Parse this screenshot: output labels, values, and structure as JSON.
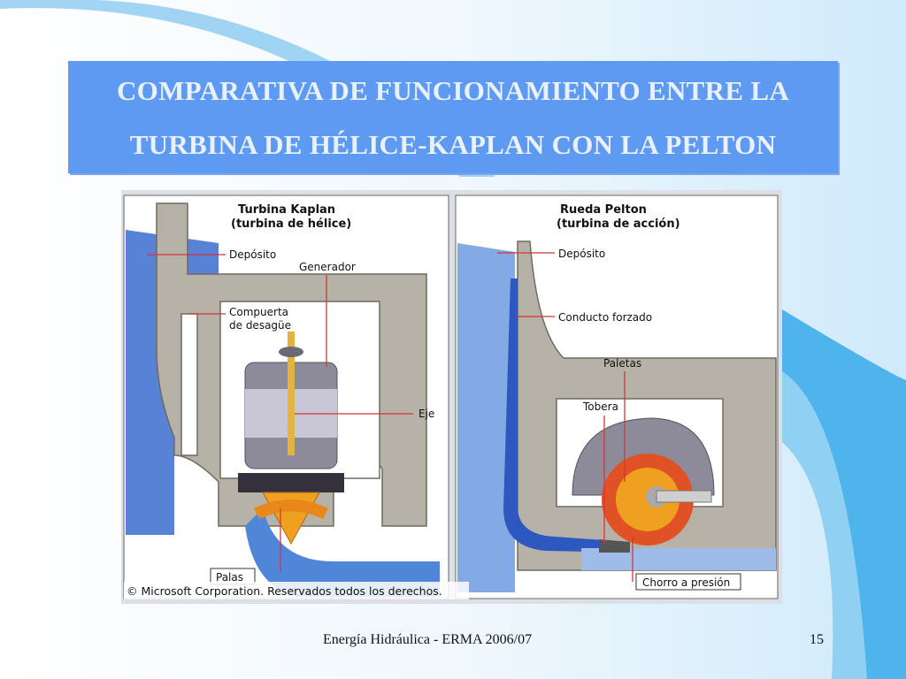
{
  "slide": {
    "title_lines": [
      "COMPARATIVA DE FUNCIONAMIENTO ENTRE LA",
      "TURBINA DE HÉLICE-KAPLAN CON LA PELTON"
    ],
    "footer": "Energía Hidráulica - ERMA 2006/07",
    "page_number": "15"
  },
  "figure": {
    "kaplan": {
      "title": "Turbina Kaplan",
      "subtitle": "(turbina de hélice)",
      "labels": {
        "deposito": "Depósito",
        "generador": "Generador",
        "compuerta_1": "Compuerta",
        "compuerta_2": "de desagüe",
        "eje": "Eje",
        "palas": "Palas"
      }
    },
    "pelton": {
      "title": "Rueda Pelton",
      "subtitle": "(turbina de acción)",
      "labels": {
        "deposito": "Depósito",
        "conducto": "Conducto forzado",
        "paletas": "Paletas",
        "tobera": "Tobera",
        "chorro": "Chorro a presión"
      }
    },
    "copyright": "© Microsoft Corporation. Reservados todos los derechos."
  },
  "colors": {
    "title_bg": "#5e9af2",
    "title_text": "#e9f1ff",
    "water": "#3a6ccf",
    "concrete": "#b7b2a8",
    "leader_line": "#d8333b"
  }
}
